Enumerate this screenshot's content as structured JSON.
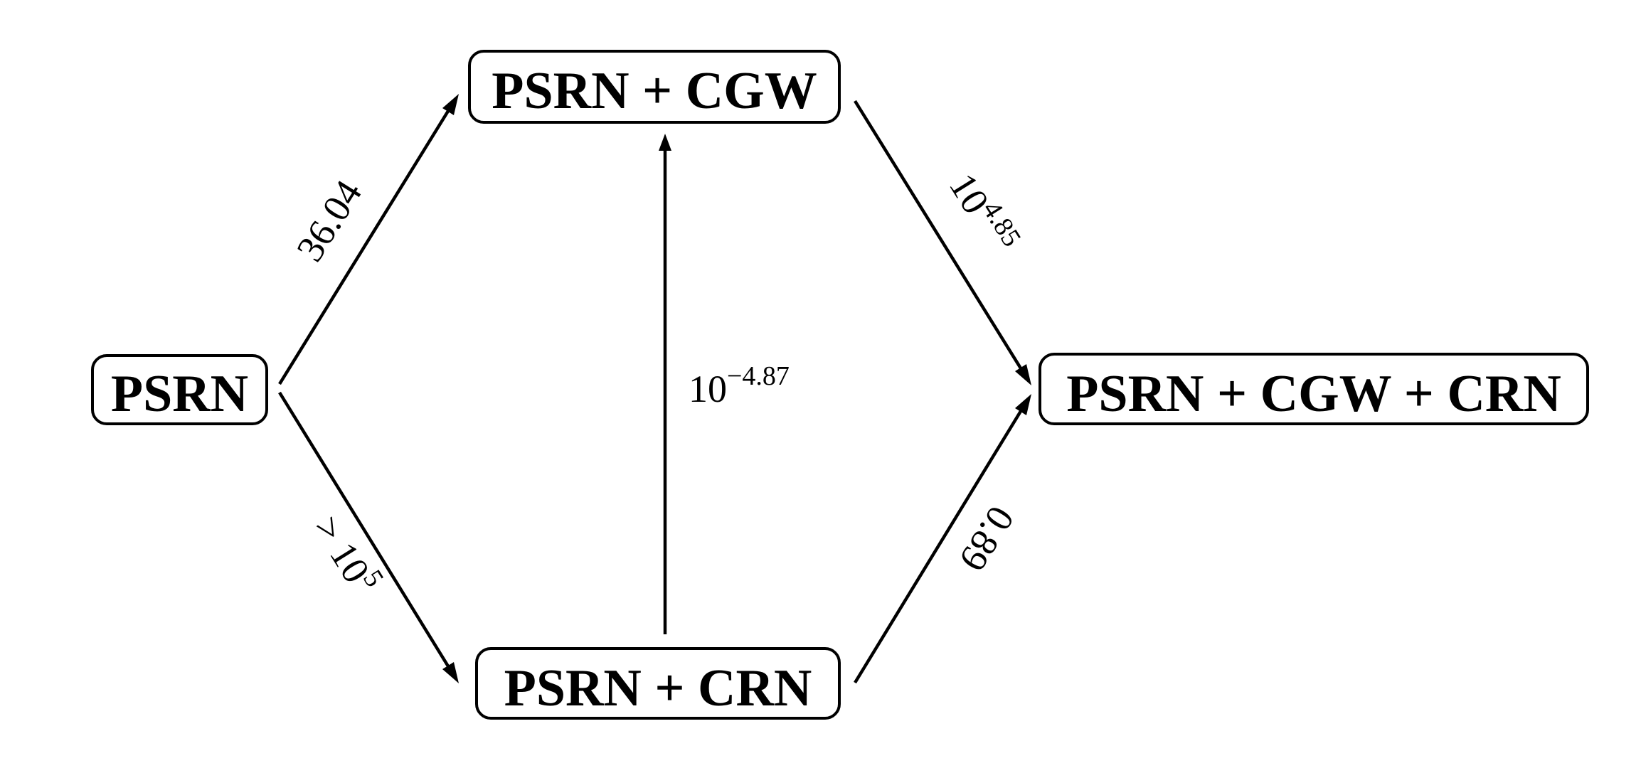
{
  "nodes": {
    "psrn": "PSRN",
    "psrn_cgw": "PSRN + CGW",
    "psrn_crn": "PSRN + CRN",
    "psrn_cgw_crn": "PSRN + CGW + CRN"
  },
  "edges": {
    "psrn_to_cgw": {
      "value": "36.04"
    },
    "psrn_to_crn": {
      "prefix": "> 10",
      "exponent": "5"
    },
    "crn_to_cgw": {
      "base": "10",
      "exponent": "−4.87"
    },
    "cgw_to_all": {
      "base": "10",
      "exponent": "4.85"
    },
    "crn_to_all": {
      "value": "0.89"
    }
  },
  "colors": {
    "stroke": "#000000",
    "background": "#ffffff"
  }
}
